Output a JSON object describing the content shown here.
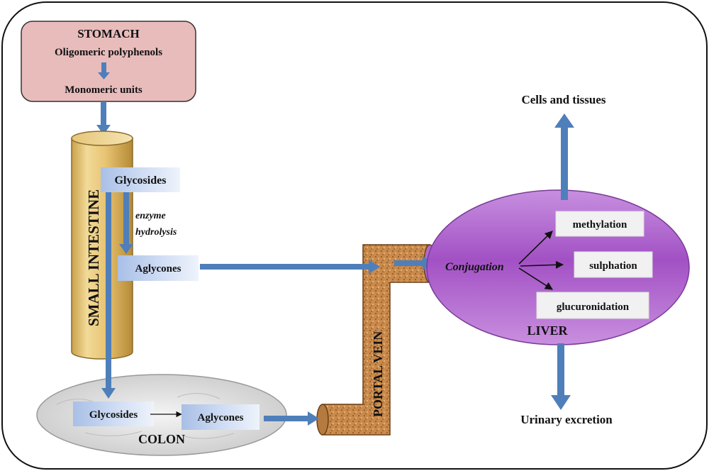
{
  "stomach": {
    "title": "STOMACH",
    "line1": "Oligomeric polyphenols",
    "line2": "Monomeric units"
  },
  "small_intestine": {
    "label": "SMALL INTESTINE",
    "glycosides": "Glycosides",
    "enzyme_line1": "enzyme",
    "enzyme_line2": "hydrolysis",
    "aglycones": "Aglycones"
  },
  "colon": {
    "label": "COLON",
    "glycosides": "Glycosides",
    "aglycones": "Aglycones"
  },
  "portal_vein": {
    "label": "PORTAL VEIN"
  },
  "liver": {
    "label": "LIVER",
    "conjugation": "Conjugation",
    "methylation": "methylation",
    "sulphation": "sulphation",
    "glucuronidation": "glucuronidation"
  },
  "outputs": {
    "cells": "Cells and tissues",
    "urinary": "Urinary excretion"
  },
  "colors": {
    "stomach_fill": "#e9bcbc",
    "intestine_fill": "#eacb7e",
    "portal_fill": "#c98a4b",
    "liver_fill": "#a455c4",
    "arrow_blue": "#4f7fba",
    "label_box": "#c8d6ef"
  }
}
